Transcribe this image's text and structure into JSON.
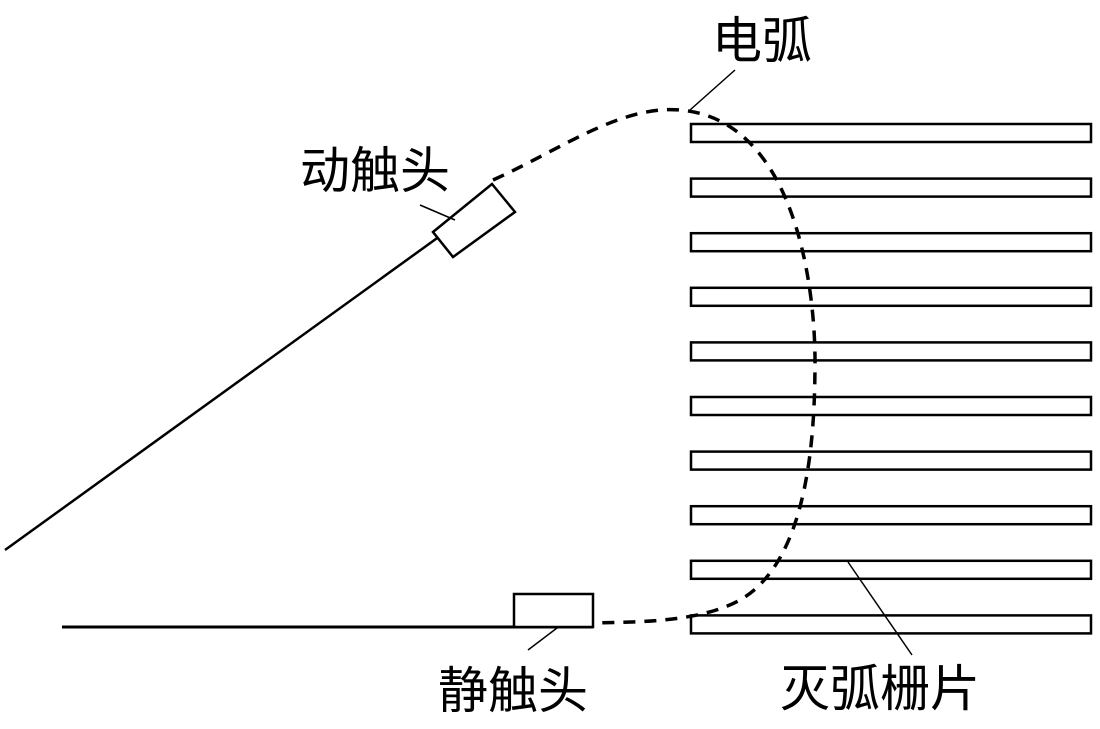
{
  "labels": {
    "arc": "电弧",
    "moving_contact": "动触头",
    "static_contact": "静触头",
    "arc_chute_plates": "灭弧栅片"
  },
  "arc_chute": {
    "plate_count": 10
  },
  "colors": {
    "line": "#000000",
    "background": "#ffffff"
  }
}
